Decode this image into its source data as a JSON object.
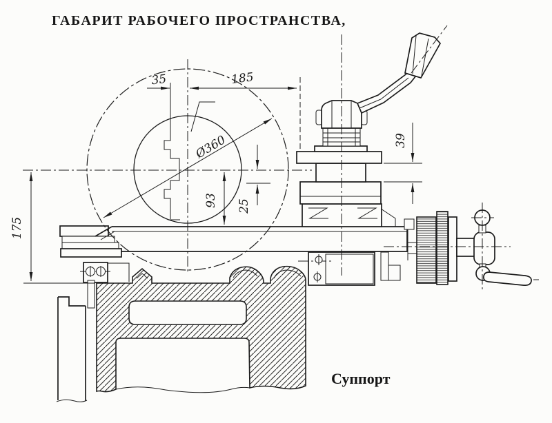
{
  "title": "ГАБАРИТ РАБОЧЕГО ПРОСТРАНСТВА,",
  "caption": "Суппорт",
  "dims": {
    "d35": "35",
    "d185": "185",
    "d360": "Ø360",
    "d93": "93",
    "d25": "25",
    "d39": "39",
    "d175": "175"
  }
}
